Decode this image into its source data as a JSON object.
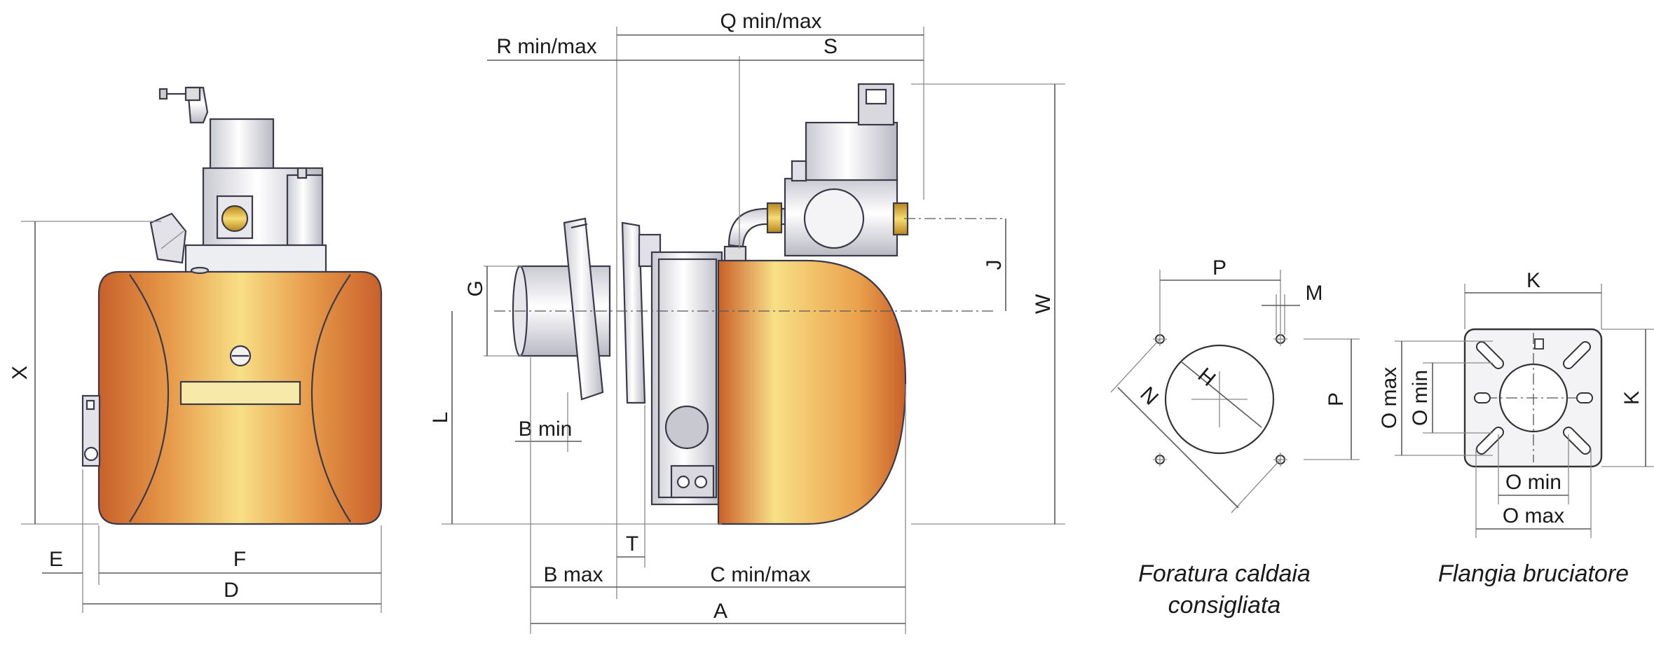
{
  "colors": {
    "shell_mid": "#f6d77c",
    "shell_edge": "#c9602a",
    "metal": "#e4e4ea",
    "brass": "#e0b43a",
    "line": "#3a3a4a"
  },
  "front_view": {
    "dim_x": "X",
    "dim_e": "E",
    "dim_f": "F",
    "dim_d": "D"
  },
  "side_view": {
    "dim_q": "Q min/max",
    "dim_r": "R min/max",
    "dim_s": "S",
    "dim_g": "G",
    "dim_j": "J",
    "dim_w": "W",
    "dim_l": "L",
    "dim_bmin": "B min",
    "dim_t": "T",
    "dim_bmax": "B max",
    "dim_c": "C min/max",
    "dim_a": "A"
  },
  "boiler_drilling": {
    "dim_p_top": "P",
    "dim_m": "M",
    "dim_h": "H",
    "dim_n": "N",
    "dim_p_side": "P",
    "caption_line1": "Foratura caldaia",
    "caption_line2": "consigliata"
  },
  "burner_flange": {
    "dim_k_top": "K",
    "dim_k_side": "K",
    "dim_omax_side": "O max",
    "dim_omin_side": "O min",
    "dim_omin_bottom": "O min",
    "dim_omax_bottom": "O max",
    "caption": "Flangia bruciatore"
  }
}
